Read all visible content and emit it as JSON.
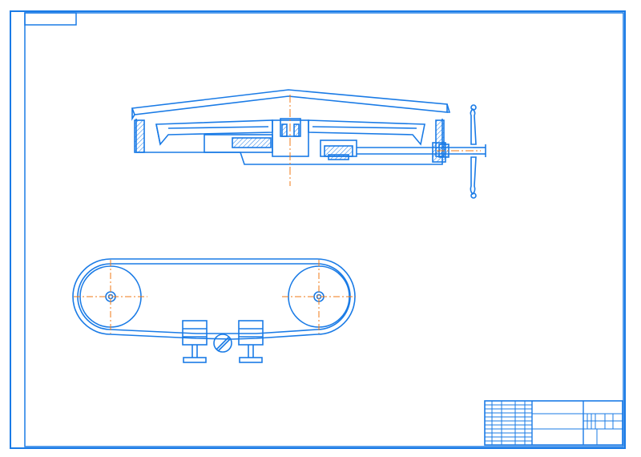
{
  "drawing": {
    "line_color": "#1a7be6",
    "centerline_color": "#f07a16",
    "hatch_color": "#1a7be6",
    "background": "#ffffff"
  },
  "views": [
    {
      "name": "section-view",
      "kind": "cross-section of rotary table with handwheel"
    },
    {
      "name": "top-view",
      "kind": "belt drive over two pulleys with adjusting clamps"
    }
  ]
}
